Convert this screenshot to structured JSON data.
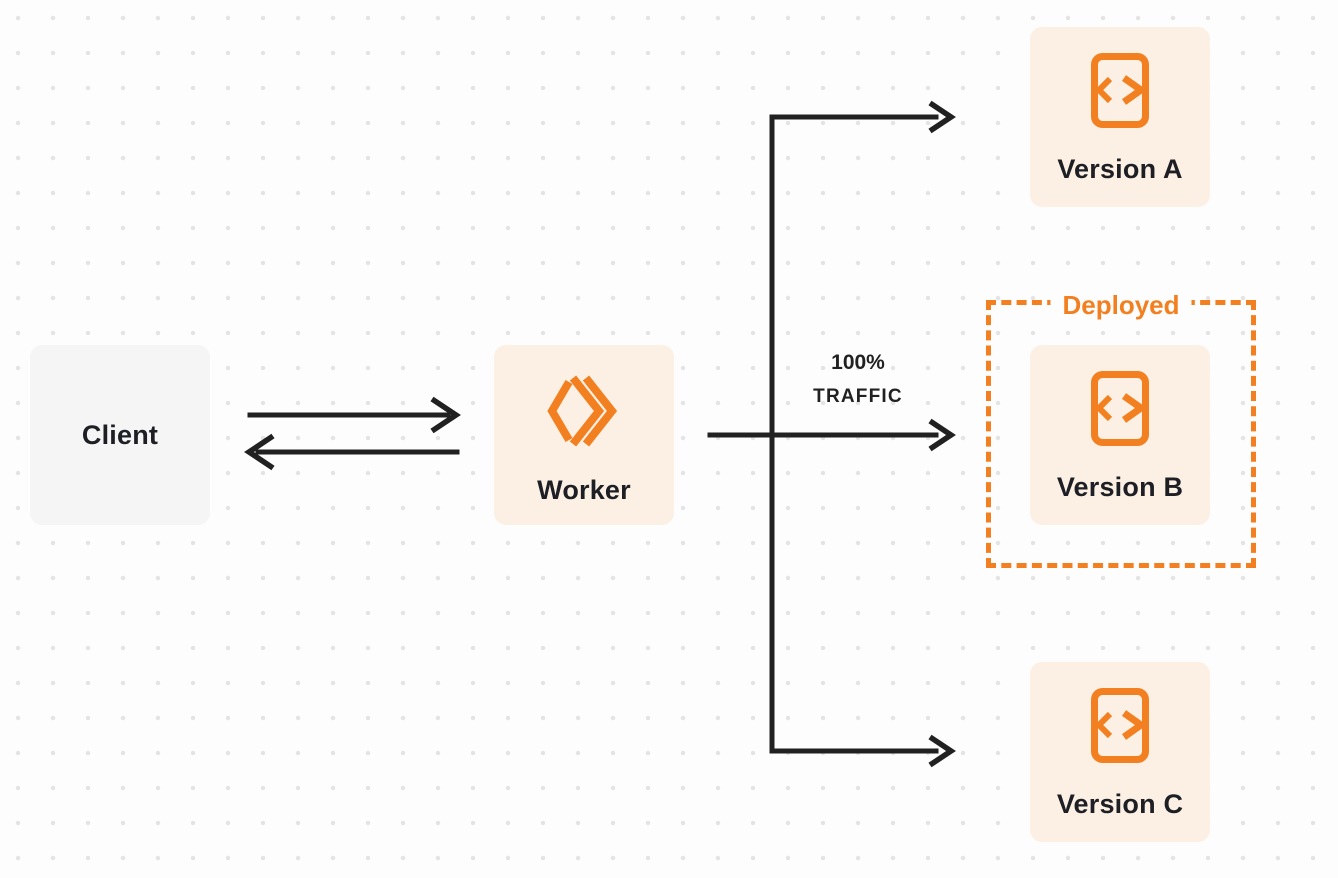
{
  "colors": {
    "background": "#fdfdfd",
    "grid_dot": "#e4e4e6",
    "client_fill": "#f5f5f6",
    "node_fill": "#fcf0e4",
    "accent_orange": "#f38020",
    "line_dark": "#212121",
    "text_dark": "#1d1f24"
  },
  "nodes": {
    "client": {
      "label": "Client"
    },
    "worker": {
      "label": "Worker",
      "icon": "workers-chevrons-icon"
    },
    "version_a": {
      "label": "Version A",
      "icon": "code-file-icon"
    },
    "version_b": {
      "label": "Version B",
      "icon": "code-file-icon"
    },
    "version_c": {
      "label": "Version C",
      "icon": "code-file-icon"
    }
  },
  "annotations": {
    "deployed_label": "Deployed",
    "traffic_percent": "100%",
    "traffic_word": "TRAFFIC"
  },
  "edges": [
    {
      "name": "client-to-worker",
      "type": "arrow-right"
    },
    {
      "name": "worker-to-client",
      "type": "arrow-left"
    },
    {
      "name": "worker-to-version-a",
      "type": "branch-arrow"
    },
    {
      "name": "worker-to-version-b",
      "type": "straight-arrow",
      "label": "100% TRAFFIC"
    },
    {
      "name": "worker-to-version-c",
      "type": "branch-arrow"
    }
  ]
}
